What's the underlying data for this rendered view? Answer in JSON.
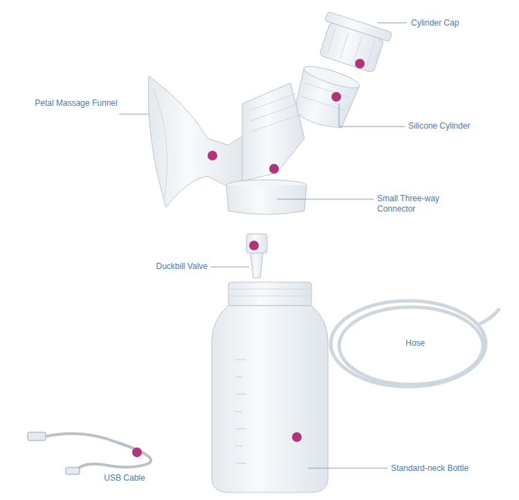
{
  "diagram": {
    "labels": [
      "Cylinder Cap",
      "Petal Massage Funnel",
      "Silicone Cylinder",
      "Small Three-way Connector",
      "Duckbill Valve",
      "Hose",
      "USB Cable",
      "Standard-neck Bottle"
    ]
  }
}
